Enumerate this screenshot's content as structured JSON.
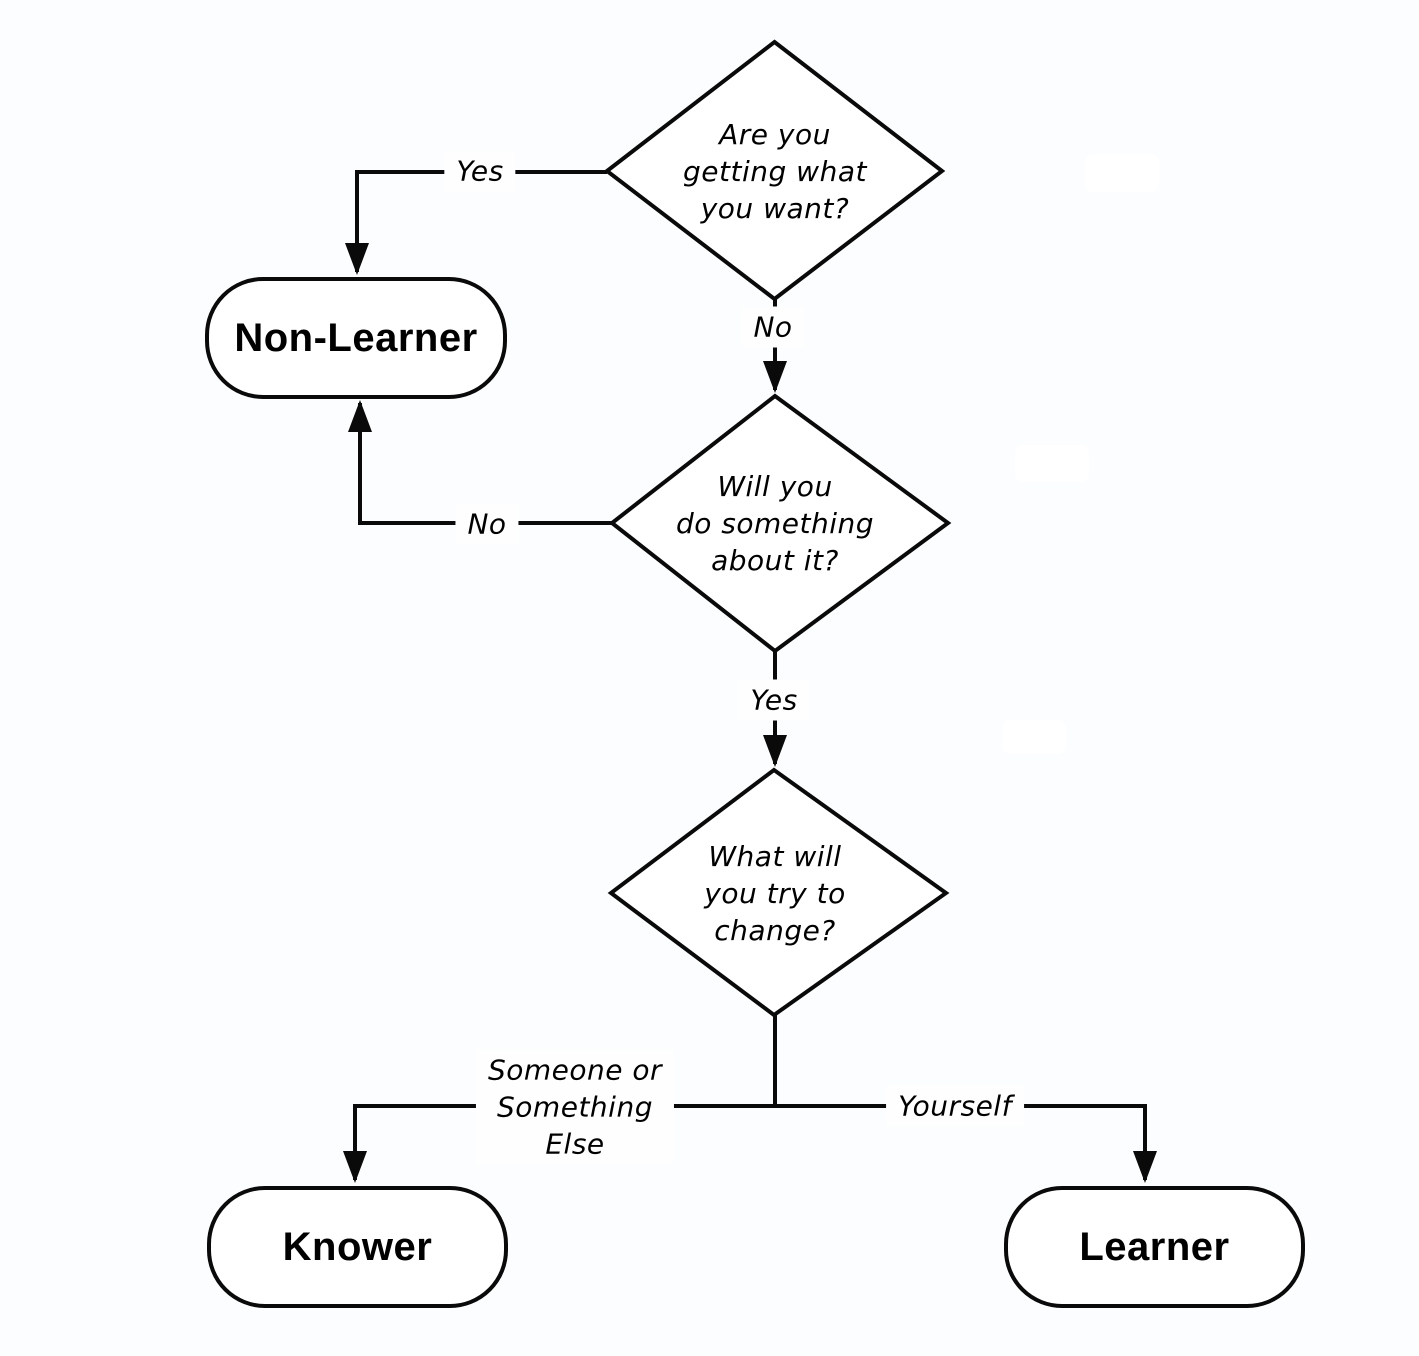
{
  "diagram": {
    "type": "flowchart",
    "colors": {
      "background": "#fbfdfe",
      "line": "#0a0a0a",
      "node_fill": "#ffffff",
      "text": "#000000"
    },
    "decisions": [
      {
        "text": "Are you\ngetting what\nyou want?"
      },
      {
        "text": "Will you\ndo something\nabout it?"
      },
      {
        "text": "What will\nyou try to\nchange?"
      }
    ],
    "terminals": [
      {
        "label": "Non-Learner"
      },
      {
        "label": "Knower"
      },
      {
        "label": "Learner"
      }
    ],
    "edge_labels": {
      "d1_yes": "Yes",
      "d1_no": "No",
      "d2_no": "No",
      "d2_yes": "Yes",
      "d3_someone": "Someone or\nSomething\nElse",
      "d3_yourself": "Yourself"
    }
  }
}
